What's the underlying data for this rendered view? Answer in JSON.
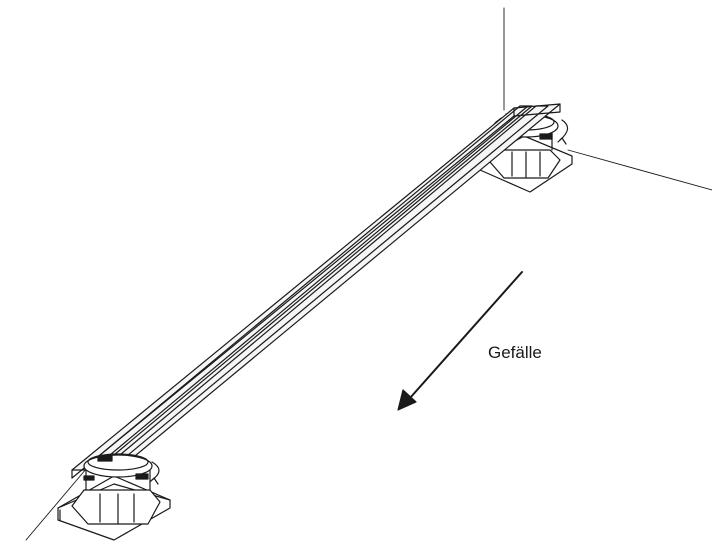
{
  "diagram": {
    "slope_label": "Gefälle",
    "colors": {
      "line": "#1a1a1a",
      "rail_fill": "#f4f4f4",
      "background": "#ffffff"
    },
    "parts": [
      "wall-corner",
      "rail",
      "pedestal-top",
      "pedestal-bottom",
      "slope-arrow"
    ]
  }
}
